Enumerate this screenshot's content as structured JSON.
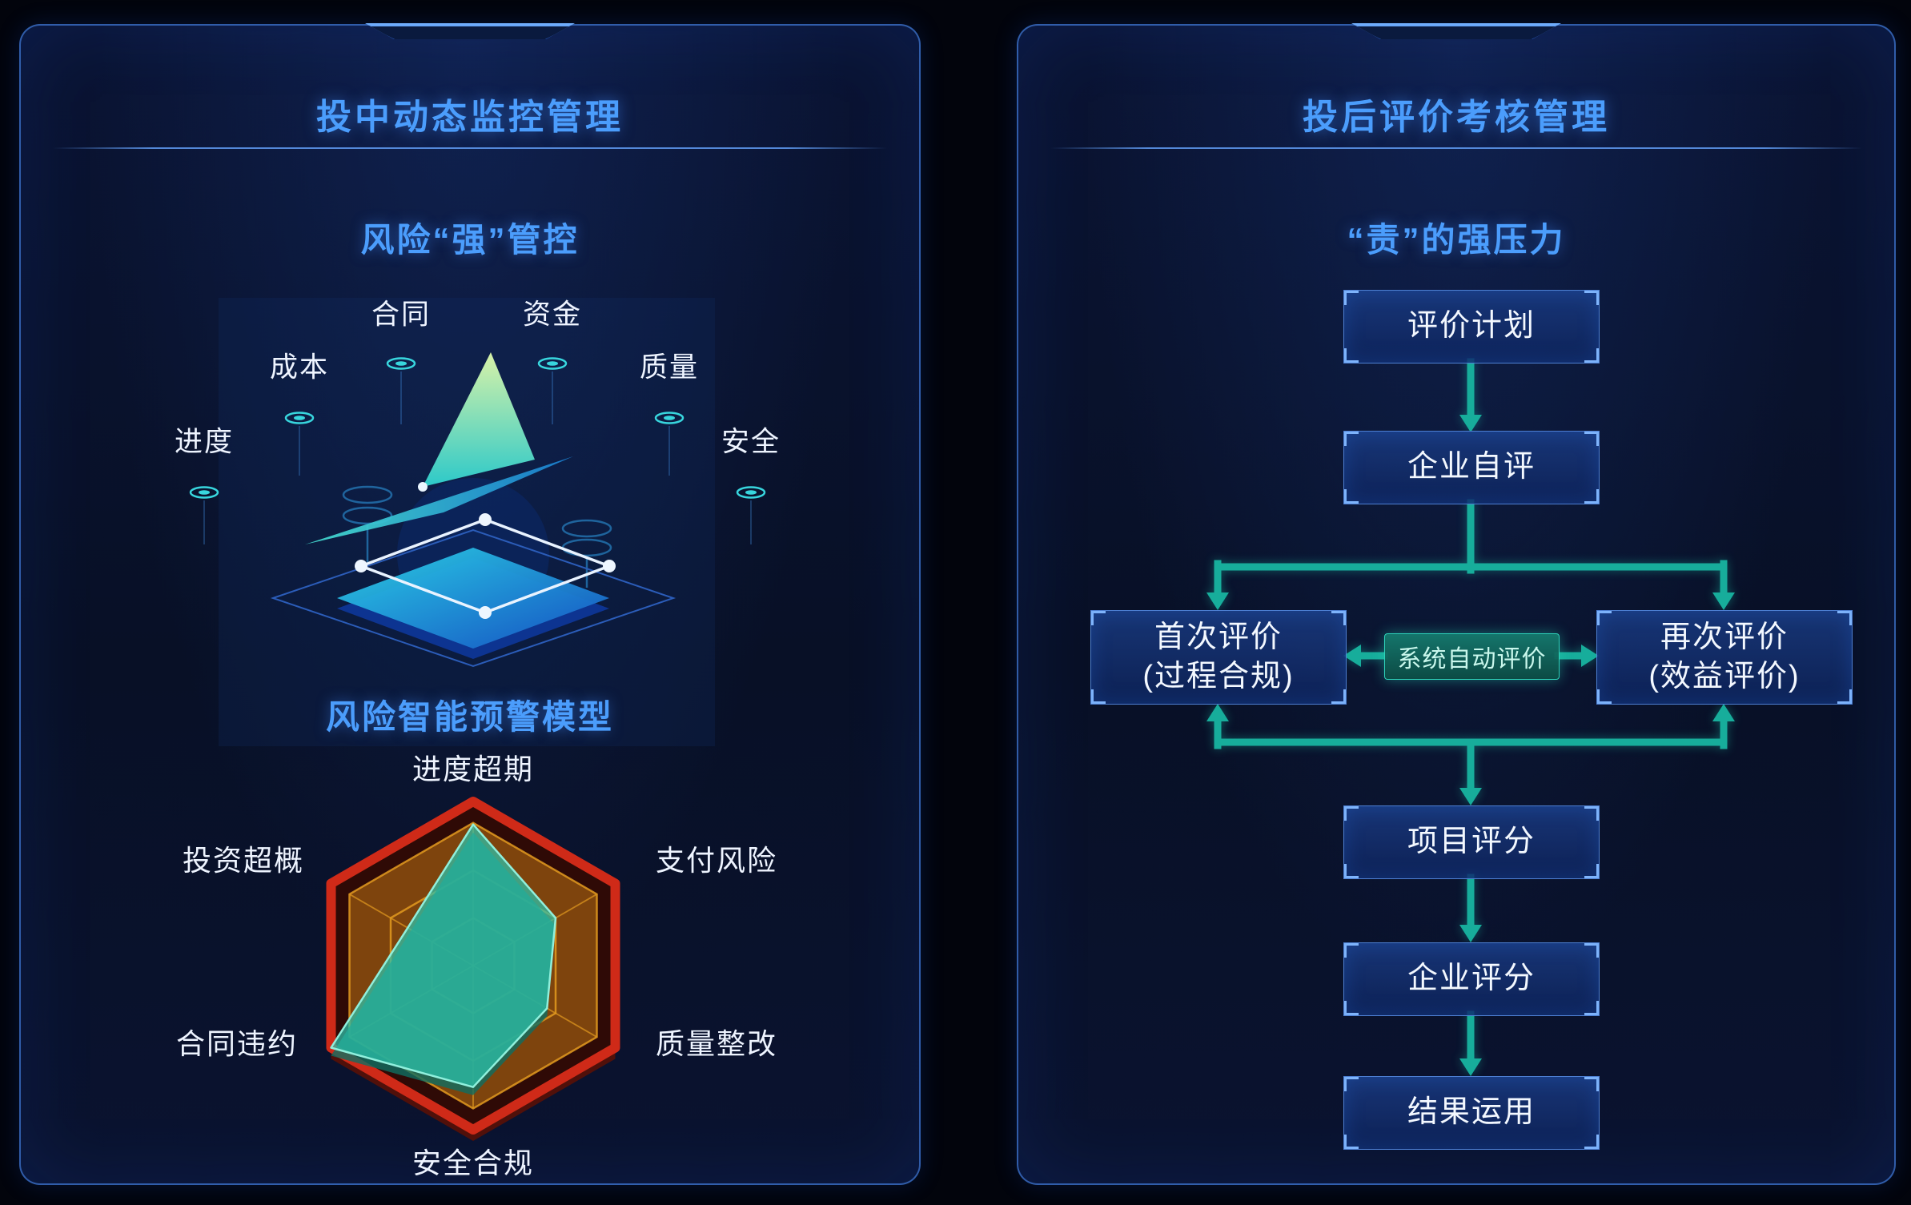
{
  "left_panel": {
    "title": "投中动态监控管理",
    "subtitle": "风险“强”管控",
    "monitor_labels": [
      "合同",
      "资金",
      "成本",
      "质量",
      "进度",
      "安全"
    ],
    "model_title": "风险智能预警模型"
  },
  "right_panel": {
    "title": "投后评价考核管理",
    "subtitle": "“责”的强压力",
    "flow": {
      "plan": "评价计划",
      "self_eval": "企业自评",
      "first_eval": [
        "首次评价",
        "(过程合规)"
      ],
      "auto_eval": "系统自动评价",
      "second_eval": [
        "再次评价",
        "(效益评价)"
      ],
      "project_score": "项目评分",
      "company_score": "企业评分",
      "result_use": "结果运用"
    }
  },
  "chart_data": {
    "type": "radar",
    "title": "风险智能预警模型",
    "axes": [
      "进度超期",
      "支付风险",
      "质量整改",
      "安全合规",
      "合同违约",
      "投资超概"
    ],
    "values": [
      0.86,
      0.58,
      0.52,
      0.74,
      1.0,
      0.46
    ],
    "range": [
      0,
      1
    ],
    "grid_levels": 3,
    "legend": false,
    "colors": {
      "outer_ring": "#cf2a18",
      "grid": "#e29a20",
      "fill_area": "#864a0e",
      "data_fill": "#2cc3ad",
      "data_stroke": "#90efdc"
    }
  },
  "colors": {
    "page_background": "#02040c",
    "panel_border": "#3a74d2",
    "title_blue": "#4b9dfc",
    "arrow_teal": "#17ad9b",
    "label_text": "#eef4ff"
  }
}
